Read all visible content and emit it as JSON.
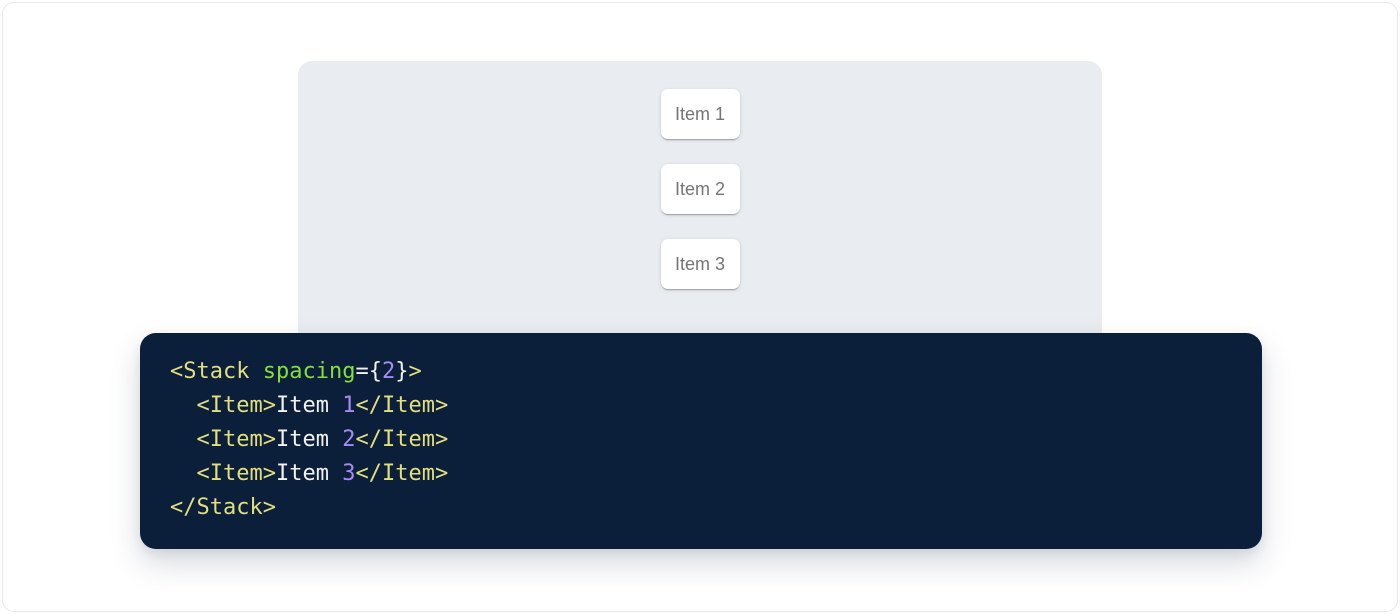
{
  "page": {
    "background": "#ffffff",
    "frame_border_color": "#e8eaed"
  },
  "demo_panel": {
    "background": "#e9edf1",
    "item_card_bg": "#ffffff",
    "item_text_color": "#757575",
    "items": [
      {
        "label": "Item 1"
      },
      {
        "label": "Item 2"
      },
      {
        "label": "Item 3"
      }
    ]
  },
  "code_block": {
    "background": "#0b1f3a",
    "language": "jsx",
    "token_colors": {
      "tag": "#e3df7d",
      "attr": "#85df3f",
      "number": "#a78bf5",
      "plain": "#f2f2ee"
    },
    "lines": [
      [
        {
          "t": "<Stack",
          "c": "tag"
        },
        {
          "t": " ",
          "c": "plain"
        },
        {
          "t": "spacing",
          "c": "attr"
        },
        {
          "t": "=",
          "c": "plain"
        },
        {
          "t": "{",
          "c": "plain"
        },
        {
          "t": "2",
          "c": "number"
        },
        {
          "t": "}",
          "c": "plain"
        },
        {
          "t": ">",
          "c": "tag"
        }
      ],
      [
        {
          "t": "  ",
          "c": "plain"
        },
        {
          "t": "<Item>",
          "c": "tag"
        },
        {
          "t": "Item ",
          "c": "plain"
        },
        {
          "t": "1",
          "c": "number"
        },
        {
          "t": "</Item>",
          "c": "tag"
        }
      ],
      [
        {
          "t": "  ",
          "c": "plain"
        },
        {
          "t": "<Item>",
          "c": "tag"
        },
        {
          "t": "Item ",
          "c": "plain"
        },
        {
          "t": "2",
          "c": "number"
        },
        {
          "t": "</Item>",
          "c": "tag"
        }
      ],
      [
        {
          "t": "  ",
          "c": "plain"
        },
        {
          "t": "<Item>",
          "c": "tag"
        },
        {
          "t": "Item ",
          "c": "plain"
        },
        {
          "t": "3",
          "c": "number"
        },
        {
          "t": "</Item>",
          "c": "tag"
        }
      ],
      [
        {
          "t": "</Stack>",
          "c": "tag"
        }
      ]
    ]
  }
}
